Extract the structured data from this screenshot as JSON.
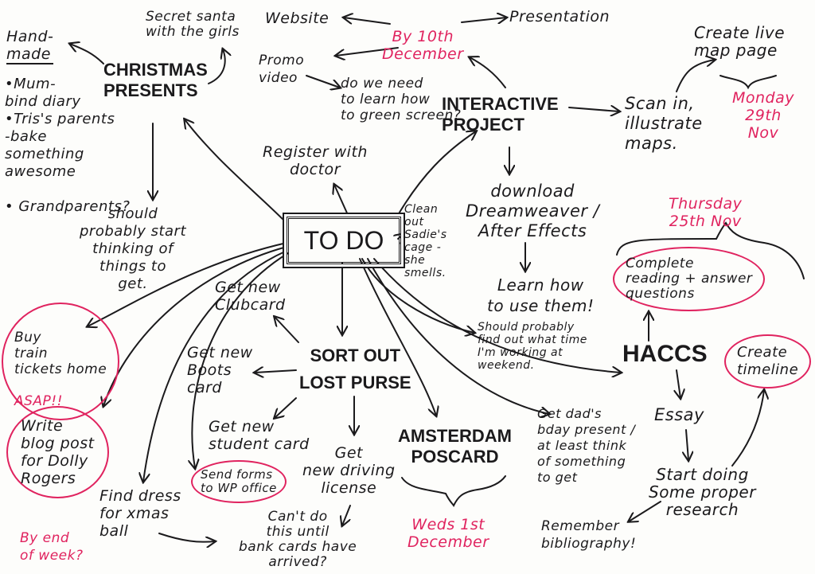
{
  "title": "TO DO",
  "nodes": {
    "christmas": "CHRISTMAS\nPRESENTS",
    "handmade": "Hand-\nmade",
    "handmade_list": "•Mum-\nbind diary\n•Tris's parents\n-bake\nsomething\nawesome\n\n• Grandparents?",
    "secret_santa": "Secret santa\nwith the girls",
    "should_start": "should\nprobably start\nthinking of\nthings to\nget.",
    "website": "Website",
    "by10": "By 10th\nDecember",
    "presentation": "Presentation",
    "promo": "Promo\nvideo",
    "green_screen": "do we need\nto learn how\nto green screen?",
    "interactive": "INTERACTIVE\nPROJECT",
    "scan": "Scan in,\nillustrate\nmaps.",
    "live_map": "Create live\nmap page",
    "monday": "Monday\n29th\nNov",
    "register": "Register with\ndoctor",
    "clean": "Clean\nout\nSadie's\ncage -\nshe\nsmells.",
    "download": "download\nDreamweaver /\nAfter Effects",
    "learn": "Learn how\nto use them!",
    "weekend": "Should probably\nfind out what time\nI'm working at\nweekend.",
    "thursday": "Thursday\n25th Nov",
    "complete": "Complete\nreading + answer\nquestions",
    "haccs": "HACCS",
    "timeline": "Create\ntimeline",
    "essay": "Essay",
    "research": "Start doing\nSome proper\nresearch",
    "bibliography": "Remember\nbibliography!",
    "dad": "Get dad's\nbday present /\nat least think\nof something\nto get",
    "amsterdam": "AMSTERDAM\nPOSCARD",
    "weds": "Weds 1st\nDecember",
    "sort": "SORT OUT\nLOST PURSE",
    "clubcard": "Get new\nClubcard",
    "boots": "Get new\nBoots\ncard",
    "student": "Get new\nstudent card",
    "driving": "Get\nnew driving\nlicense",
    "cant": "Can't do\nthis until\nbank cards have\narrived?",
    "forms": "Send forms\nto WP office",
    "train": "Buy\ntrain\ntickets home",
    "asap": "ASAP!!",
    "blog": "Write\nblog post\nfor Dolly\nRogers",
    "end_week": "By end\nof week?",
    "dress": "Find dress\nfor xmas\nball"
  },
  "colors": {
    "ink": "#1b1a1c",
    "highlight": "#e0235f"
  }
}
